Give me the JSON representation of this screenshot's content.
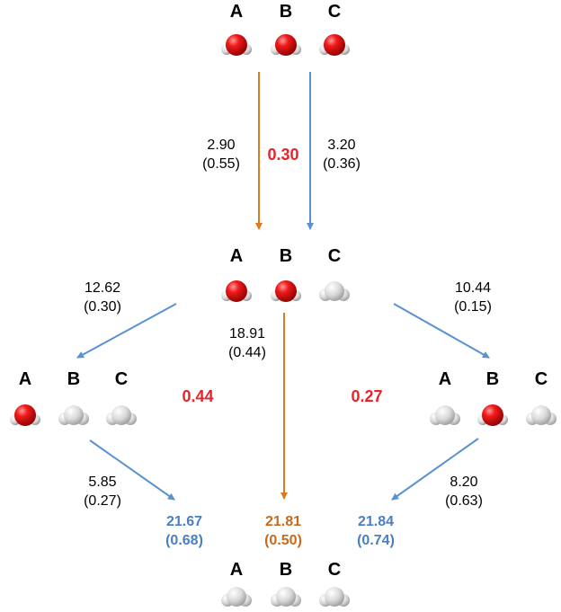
{
  "colors": {
    "orange": "#e07820",
    "blue": "#5a92d0",
    "red": "#e8232a",
    "water_o": "#e01616",
    "water_h": "#e8e8e8",
    "vacant": "#d4d4d4"
  },
  "labels": {
    "a": "A",
    "b": "B",
    "c": "C"
  },
  "nodes": {
    "top": {
      "states": [
        "water",
        "water",
        "water"
      ]
    },
    "middle": {
      "states": [
        "water",
        "water",
        "vacant"
      ]
    },
    "left": {
      "states": [
        "water",
        "vacant",
        "vacant"
      ]
    },
    "right": {
      "states": [
        "vacant",
        "water",
        "vacant"
      ]
    },
    "bottom": {
      "states": [
        "vacant",
        "vacant",
        "vacant"
      ]
    }
  },
  "edges": {
    "top_left": {
      "value": "2.90",
      "err": "(0.55)"
    },
    "top_right": {
      "value": "3.20",
      "err": "(0.36)"
    },
    "mid_left": {
      "value": "12.62",
      "err": "(0.30)"
    },
    "mid_center": {
      "value": "18.91",
      "err": "(0.44)"
    },
    "mid_right": {
      "value": "10.44",
      "err": "(0.15)"
    },
    "left_bottom": {
      "value": "5.85",
      "err": "(0.27)"
    },
    "right_bottom": {
      "value": "8.20",
      "err": "(0.63)"
    }
  },
  "differences": {
    "top": "0.30",
    "left": "0.44",
    "right": "0.27"
  },
  "totals": {
    "left": {
      "value": "21.67",
      "err": "(0.68)",
      "color": "#4a7fc4"
    },
    "center": {
      "value": "21.81",
      "err": "(0.50)",
      "color": "#c86a1e"
    },
    "right": {
      "value": "21.84",
      "err": "(0.74)",
      "color": "#4a7fc4"
    }
  }
}
